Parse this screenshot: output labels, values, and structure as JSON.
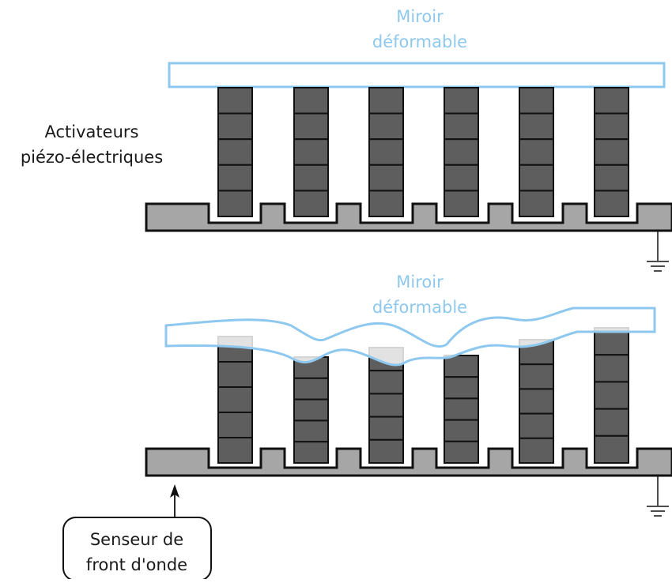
{
  "labels": {
    "mirror_top": [
      "Miroir",
      "déformable"
    ],
    "mirror_bottom": [
      "Miroir",
      "déformable"
    ],
    "actuators": [
      "Activateurs",
      "piézo-électriques"
    ],
    "sensor": [
      "Senseur de",
      "front d'onde"
    ]
  },
  "colors": {
    "mirror": "#8ec8ef",
    "base": "#a6a6a6",
    "actuator": "#5e5e5e",
    "outline": "#111111"
  },
  "icons": [
    "ground-icon",
    "arrow-up-icon"
  ]
}
